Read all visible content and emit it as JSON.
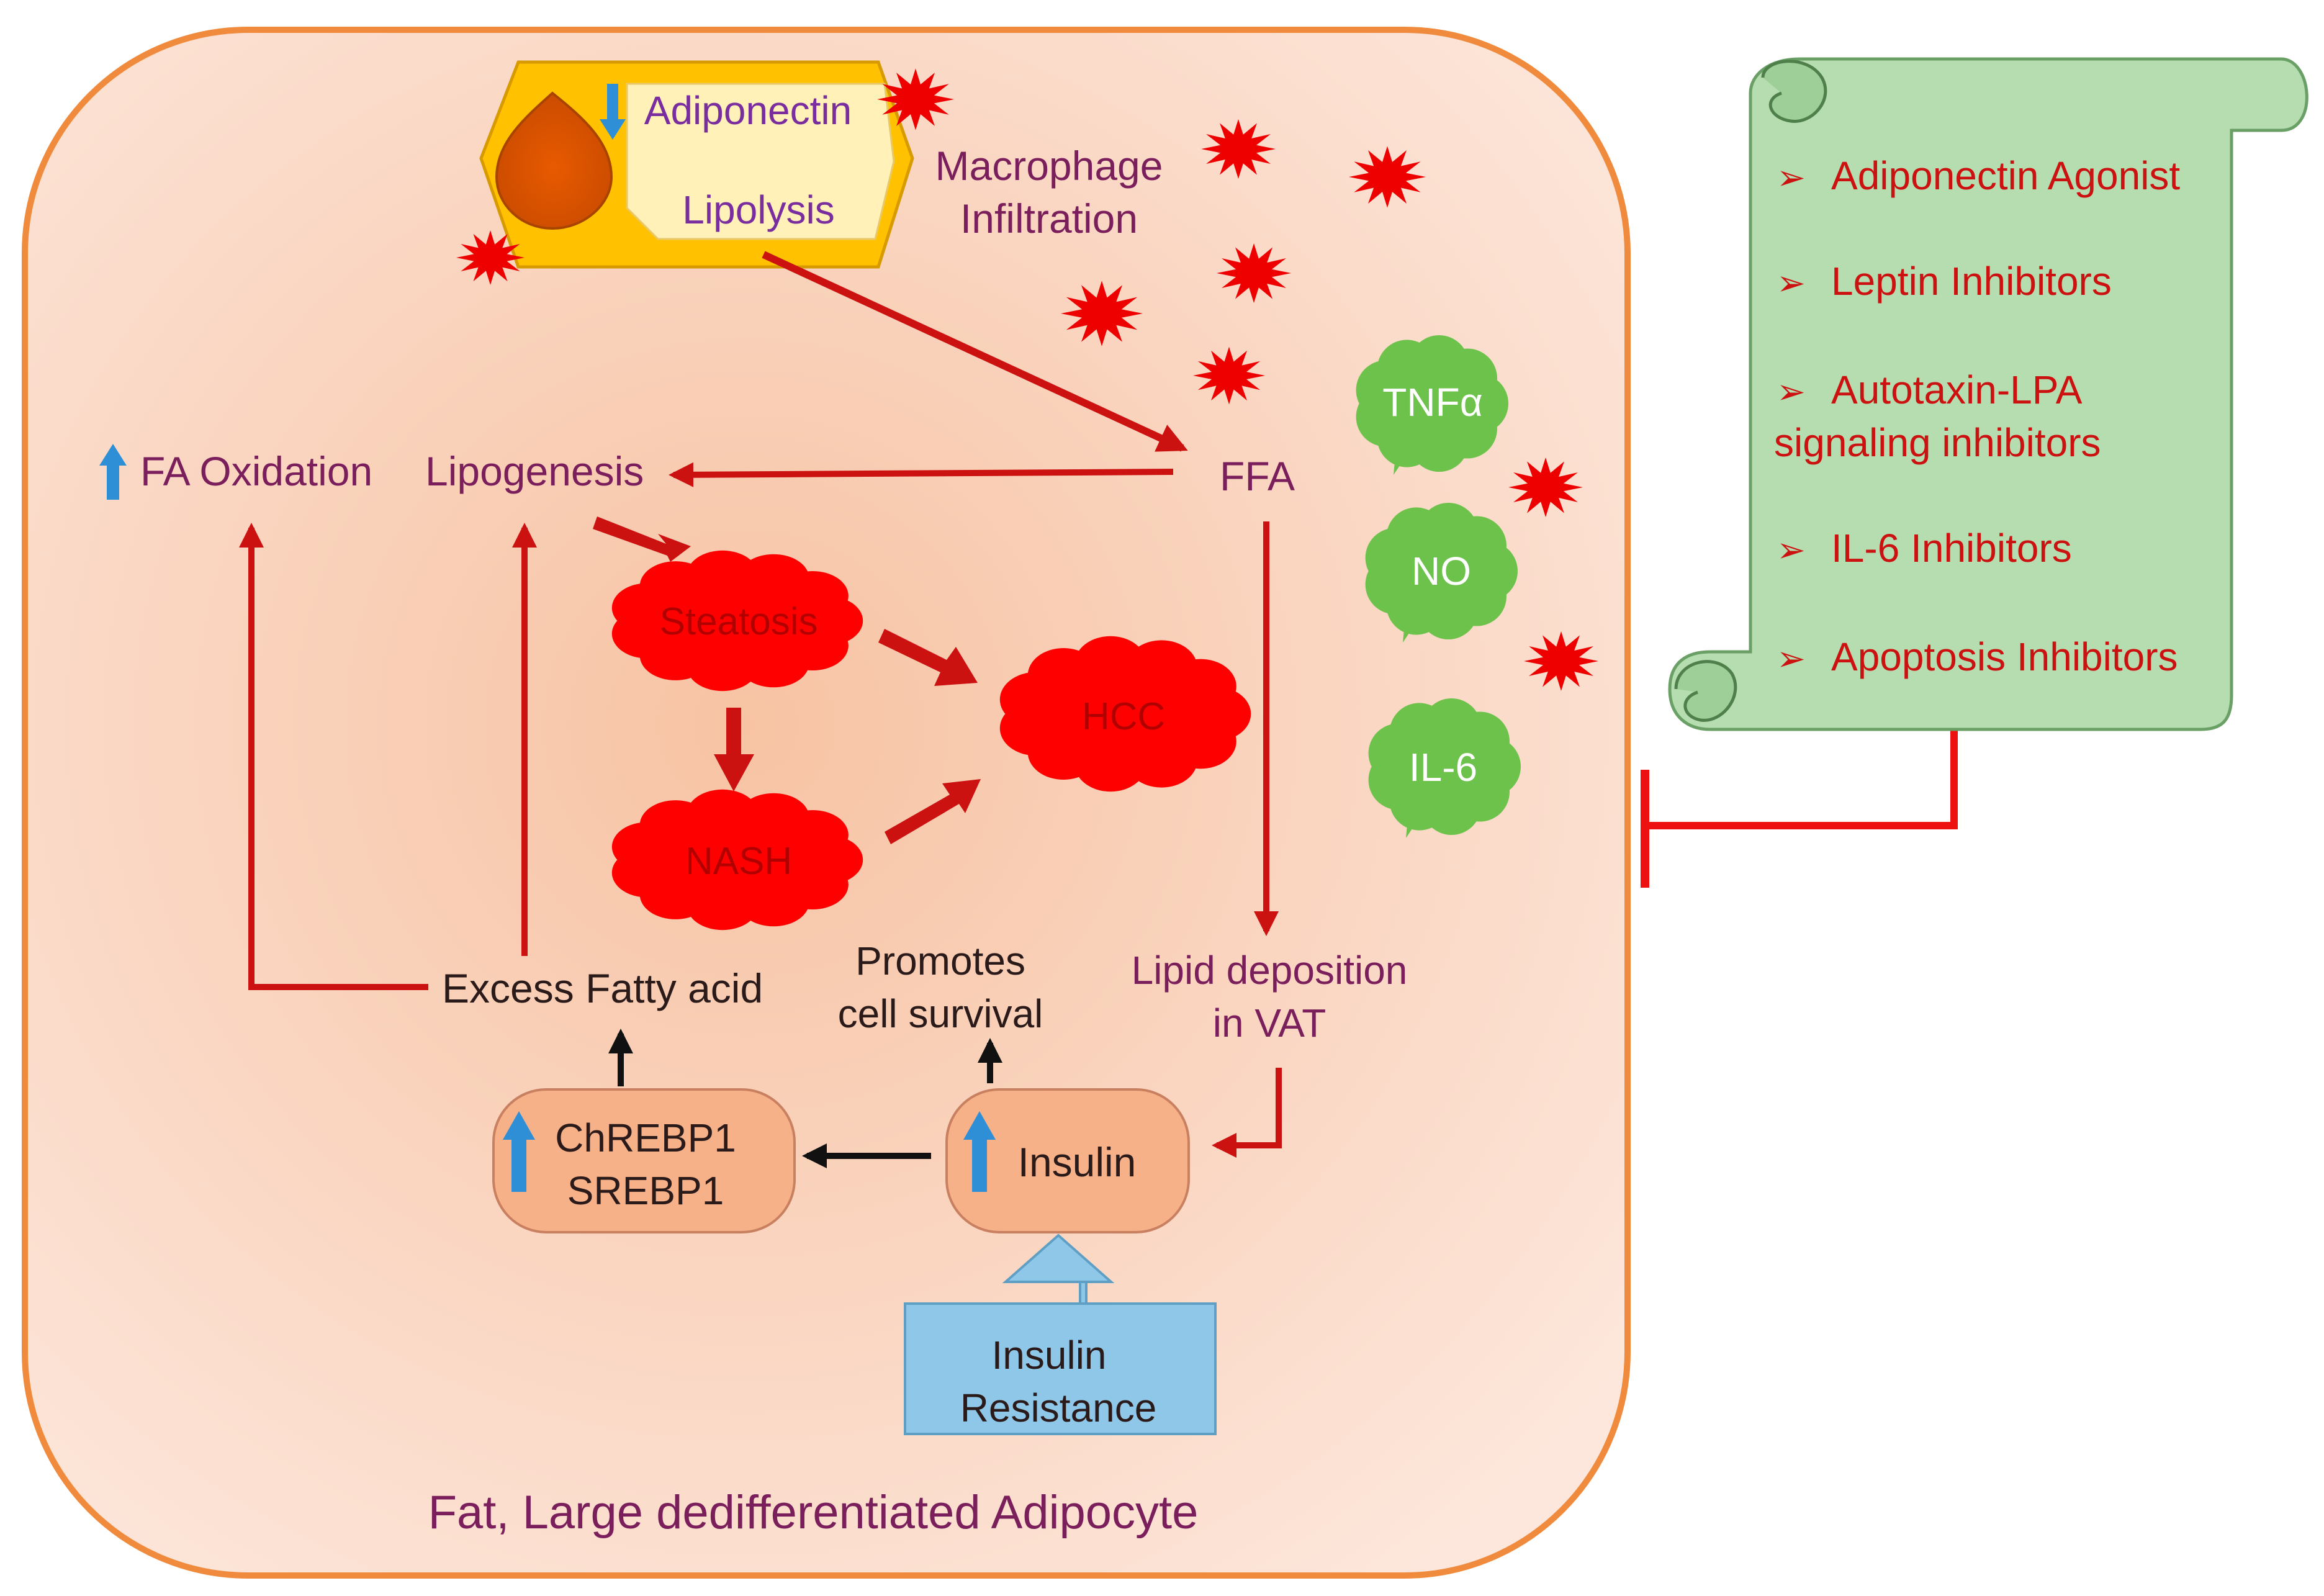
{
  "cell": {
    "caption": "Fat, Large dedifferentiated Adipocyte"
  },
  "adipocyte_box": {
    "line1": "Adiponectin",
    "line2": "Lipolysis"
  },
  "labels": {
    "macrophage_line1": "Macrophage",
    "macrophage_line2": "Infiltration",
    "fa_oxidation": "FA Oxidation",
    "lipogenesis": "Lipogenesis",
    "ffa": "FFA",
    "excess_fatty_acid": "Excess  Fatty acid",
    "promotes_line1": "Promotes",
    "promotes_line2": "cell survival",
    "lipid_line1": "Lipid deposition",
    "lipid_line2": "in VAT"
  },
  "clouds": {
    "steatosis": "Steatosis",
    "nash": "NASH",
    "hcc": "HCC"
  },
  "cytokines": {
    "tnfa": "TNFα",
    "no": "NO",
    "il6": "IL-6"
  },
  "nodes": {
    "chrebp_line1": "ChREBP1",
    "chrebp_line2": "SREBP1",
    "insulin": "Insulin",
    "resistance_line1": "Insulin",
    "resistance_line2": "Resistance"
  },
  "therapies": {
    "items": [
      {
        "line1": "Adiponectin Agonist",
        "line2": ""
      },
      {
        "line1": "Leptin Inhibitors",
        "line2": ""
      },
      {
        "line1": "Autotaxin-LPA",
        "line2": "signaling inhibitors"
      },
      {
        "line1": "IL-6 Inhibitors",
        "line2": ""
      },
      {
        "line1": "Apoptosis Inhibitors",
        "line2": ""
      }
    ]
  },
  "colors": {
    "cell_fill": "#fbd9c4",
    "cell_border": "#f08a3c",
    "arrow_red": "#cc1111",
    "cloud_red": "#ff0000",
    "cytokine_green": "#6cc24a",
    "node_orange": "#f7b189",
    "resistance_blue": "#8ec7e8",
    "scroll_green": "#b5ddb0",
    "up_arrow_blue": "#2e8fd6"
  }
}
